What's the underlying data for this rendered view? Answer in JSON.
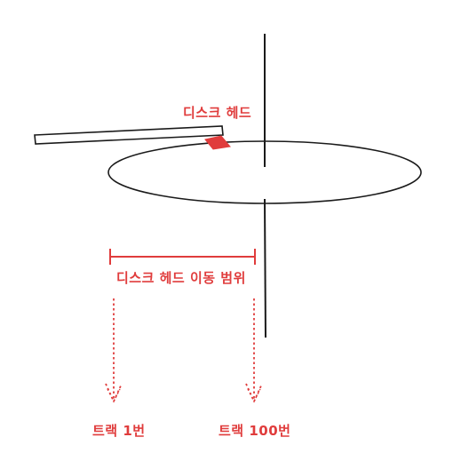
{
  "diagram": {
    "labels": {
      "disk_head": "디스크 헤드",
      "head_movement_range": "디스크 헤드 이동 범위",
      "track_1": "트랙 1번",
      "track_100": "트랙 100번"
    },
    "colors": {
      "accent": "#e03c3c",
      "stroke": "#1a1a1a",
      "background": "#ffffff"
    }
  }
}
